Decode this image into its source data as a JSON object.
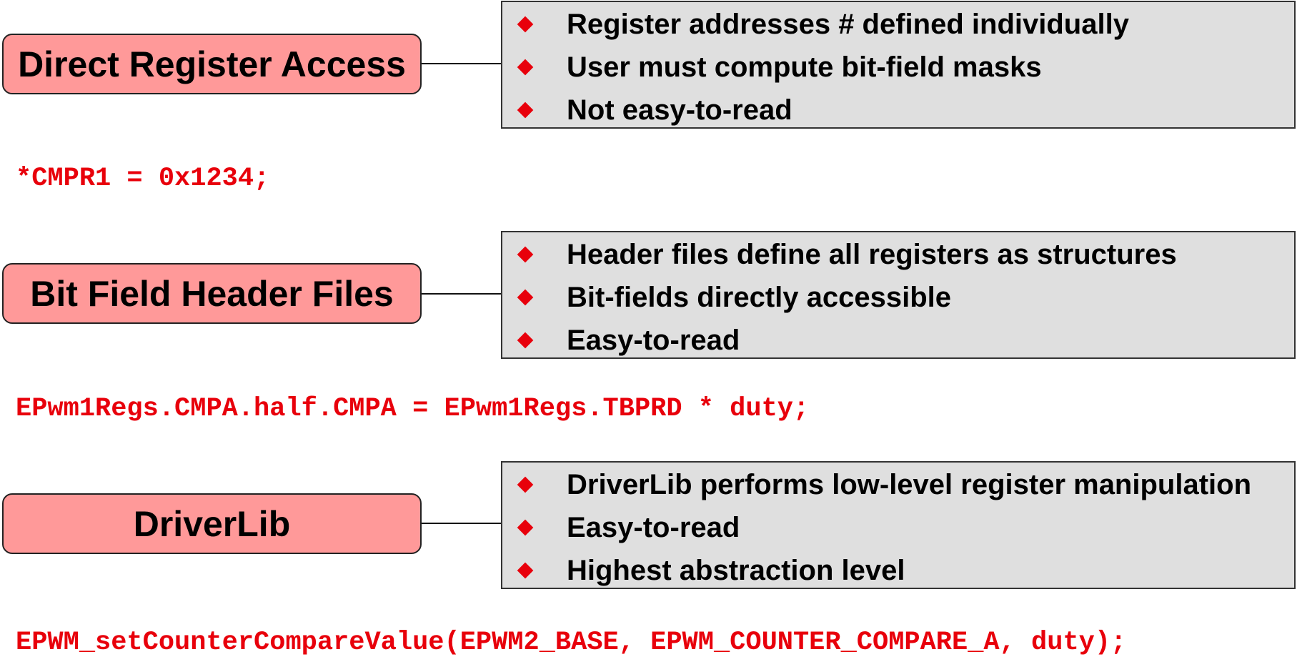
{
  "colors": {
    "label_fill": "#ff9999",
    "bullet_fill": "#dfdfdf",
    "accent_red": "#e8000b"
  },
  "sections": [
    {
      "label": "Direct Register Access",
      "bullets": [
        "Register addresses # defined individually",
        "User must compute bit-field masks",
        "Not easy-to-read"
      ],
      "code": "*CMPR1 = 0x1234;"
    },
    {
      "label": "Bit Field Header Files",
      "bullets": [
        "Header files define all registers as structures",
        "Bit-fields directly accessible",
        "Easy-to-read"
      ],
      "code": "EPwm1Regs.CMPA.half.CMPA = EPwm1Regs.TBPRD * duty;"
    },
    {
      "label": "DriverLib",
      "bullets": [
        "DriverLib performs low-level register manipulation",
        "Easy-to-read",
        "Highest abstraction level"
      ],
      "code": "EPWM_setCounterCompareValue(EPWM2_BASE, EPWM_COUNTER_COMPARE_A, duty);"
    }
  ]
}
